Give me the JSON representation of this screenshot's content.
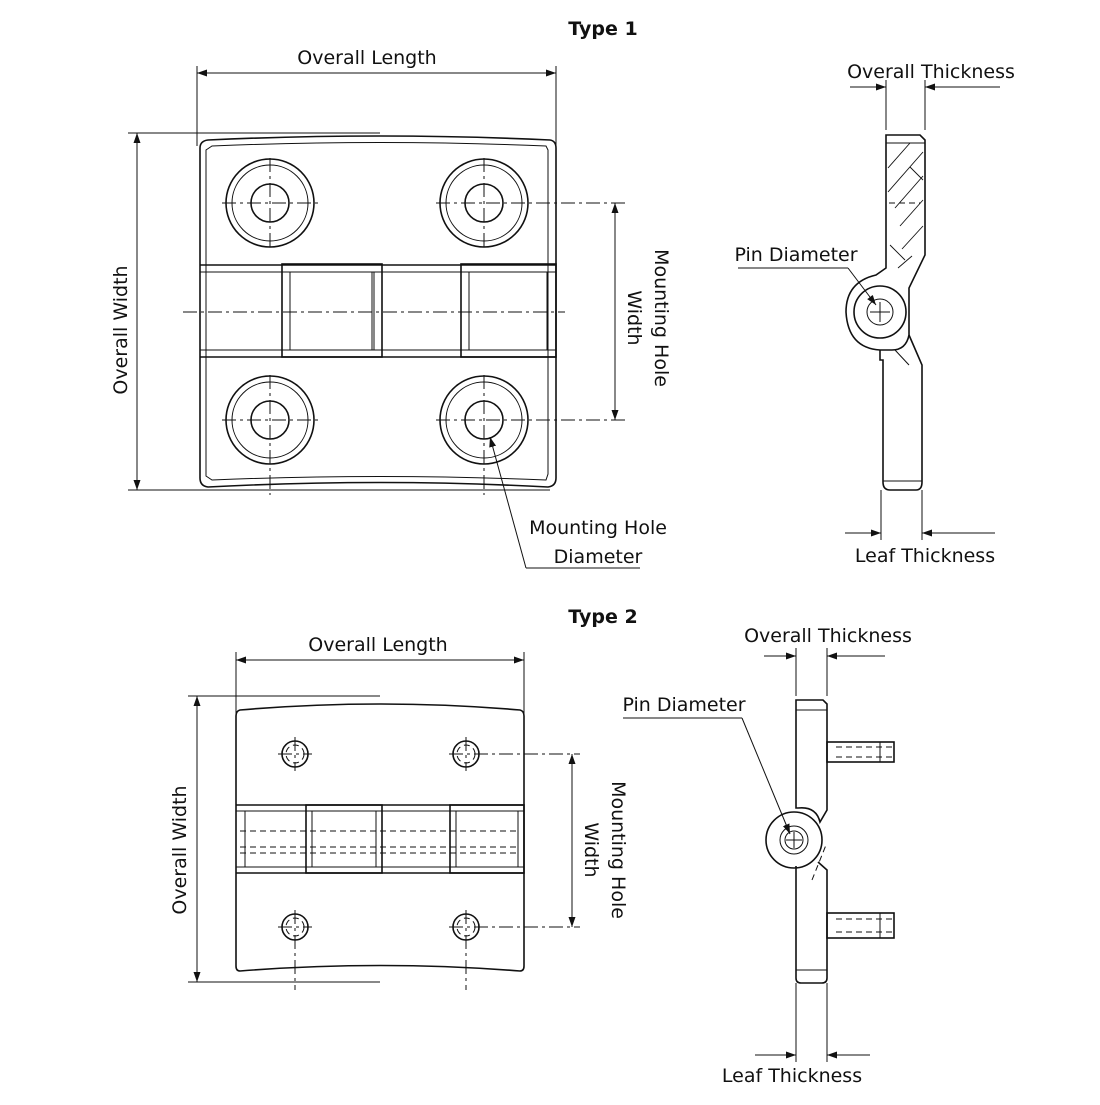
{
  "type1": {
    "title": "Type 1",
    "overall_length": "Overall Length",
    "overall_width": "Overall Width",
    "mounting_hole_width_line1": "Mounting Hole",
    "mounting_hole_width_line2": "Width",
    "mounting_hole_diameter_line1": "Mounting Hole",
    "mounting_hole_diameter_line2": "Diameter",
    "overall_thickness": "Overall Thickness",
    "pin_diameter": "Pin Diameter",
    "leaf_thickness": "Leaf Thickness"
  },
  "type2": {
    "title": "Type 2",
    "overall_length": "Overall Length",
    "overall_width": "Overall Width",
    "mounting_hole_width_line1": "Mounting Hole",
    "mounting_hole_width_line2": "Width",
    "overall_thickness": "Overall Thickness",
    "pin_diameter": "Pin Diameter",
    "leaf_thickness": "Leaf Thickness"
  }
}
